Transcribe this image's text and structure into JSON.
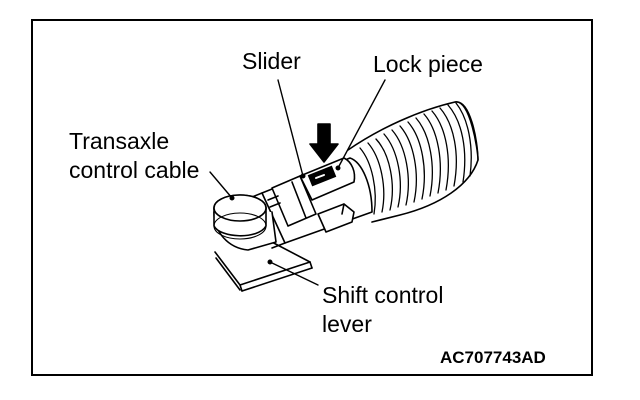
{
  "labels": {
    "slider": "Slider",
    "lock_piece": "Lock piece",
    "transaxle_cable": [
      "Transaxle",
      "control cable"
    ],
    "shift_lever": [
      "Shift control",
      "lever"
    ]
  },
  "figure_code": "AC707743AD",
  "colors": {
    "ink": "#000000",
    "paper": "#ffffff"
  }
}
